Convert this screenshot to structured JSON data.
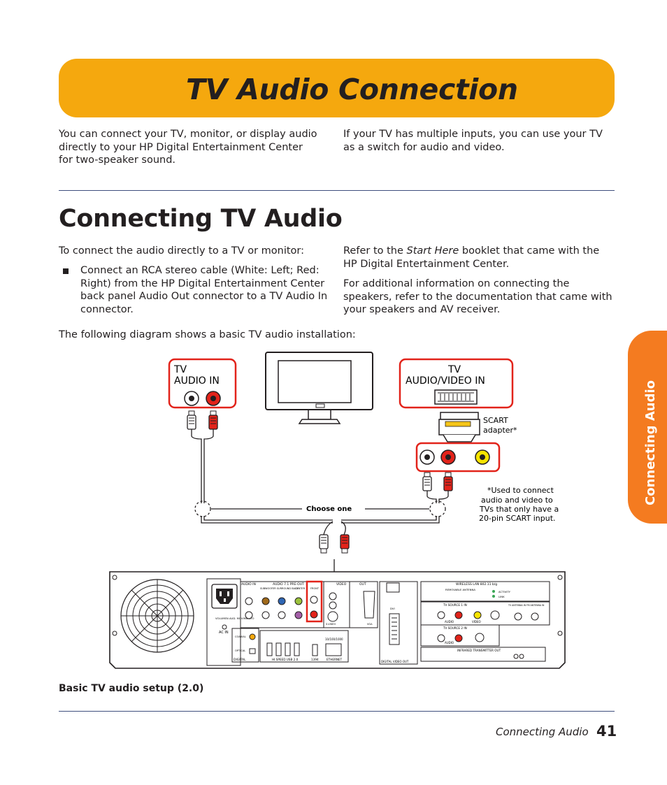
{
  "title": "TV Audio Connection",
  "intro": {
    "left": "You can connect your TV, monitor, or display audio directly to your HP Digital Entertainment Center for two-speaker sound.",
    "right": "If your TV has multiple inputs, you can use your TV as a switch for audio and video."
  },
  "section": {
    "heading": "Connecting TV Audio",
    "lead": "To connect the audio directly to a TV or monitor:",
    "bullet": "Connect an RCA stereo cable (White: Left; Red: Right) from the HP Digital Entertainment Center back panel Audio Out connector to a TV Audio In connector.",
    "right_p1_before": "Refer to the ",
    "right_p1_italic": "Start Here",
    "right_p1_after": " booklet that came with the HP Digital Entertainment Center.",
    "right_p2": "For additional information on connecting the speakers, refer to the documentation that came with your speakers and AV receiver.",
    "diagram_intro": "The following diagram shows a basic TV audio installation:"
  },
  "diagram": {
    "tv_audio_in_line1": "TV",
    "tv_audio_in_line2": "AUDIO IN",
    "tv_av_in_line1": "TV",
    "tv_av_in_line2": "AUDIO/VIDEO IN",
    "scart_line1": "SCART",
    "scart_line2": "adapter*",
    "choose_one": "Choose one",
    "note_line1": "*Used to connect",
    "note_line2": "audio and video to",
    "note_line3": "TVs that only have a",
    "note_line4": "20-pin SCART input.",
    "panel_labels": {
      "audio_in": "AUDIO IN",
      "audio_71": "AUDIO 7.1 PRE-OUT",
      "sub_back": "SUBWOOFER SURROUND BACK",
      "center": "CENTER",
      "front": "FRONT",
      "video": "VIDEO",
      "out": "OUT",
      "ac_in": "AC IN",
      "coaxial": "COAXIAL",
      "optical": "OPTICAL",
      "digital": "DIGITAL",
      "usb": "HI SPEED USB 2.0",
      "fw": "1394",
      "ethernet": "ETHERNET",
      "eth_speed": "10/100/1000",
      "dvi": "DVI",
      "vga": "VGA",
      "svideo": "S-VIDEO",
      "digital_video_out": "DIGITAL VIDEO OUT",
      "wireless": "WIRELESS LAN     802.11 b/g",
      "removable": "REMOVABLE ANTENNA",
      "activity": "ACTIVITY",
      "link": "LINK",
      "tv_source_1": "TV SOURCE  1  IN",
      "tv_source_2": "TV SOURCE  2  IN",
      "audio": "AUDIO",
      "video_small": "VIDEO",
      "tv_antenna": "TV ANTENNA IN",
      "fm_antenna": "FM ANTENNA IN",
      "ir_out": "INFRARED TRANSMITTER OUT"
    }
  },
  "caption": "Basic TV audio setup (2.0)",
  "side_tab": "Connecting Audio",
  "footer": {
    "label": "Connecting Audio",
    "page": "41"
  },
  "colors": {
    "banner": "#f5a80e",
    "side_tab": "#f47b20",
    "callout_border": "#e2231a",
    "rule": "#3f4f7e",
    "rca_red": "#e2231a",
    "rca_yellow": "#f7e400"
  }
}
